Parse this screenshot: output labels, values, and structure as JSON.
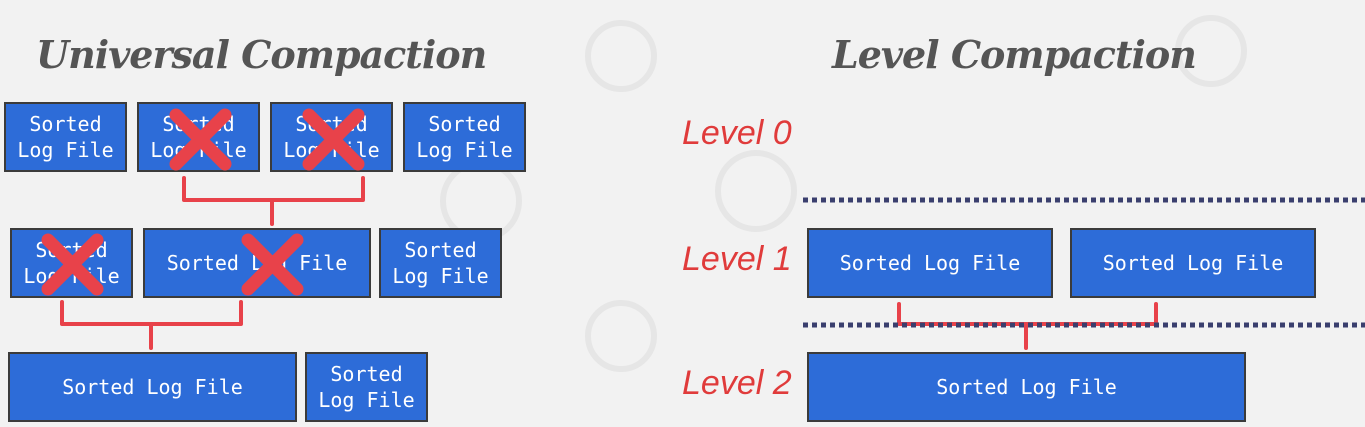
{
  "universal": {
    "title": "Universal Compaction",
    "row1": [
      "Sorted\nLog File",
      "Sorted\nLog File",
      "Sorted\nLog File",
      "Sorted\nLog File"
    ],
    "row2": [
      "Sorted\nLog File",
      "Sorted Log File",
      "Sorted\nLog File"
    ],
    "row3": [
      "Sorted Log File",
      "Sorted\nLog File"
    ]
  },
  "level": {
    "title": "Level Compaction",
    "labels": [
      "Level 0",
      "Level 1",
      "Level 2"
    ],
    "level1": [
      "Sorted Log File",
      "Sorted Log File"
    ],
    "level2": [
      "Sorted Log File"
    ]
  },
  "colors": {
    "box": "#2d6cd8",
    "accent": "#e8424a",
    "separator": "#3a3f6e"
  }
}
